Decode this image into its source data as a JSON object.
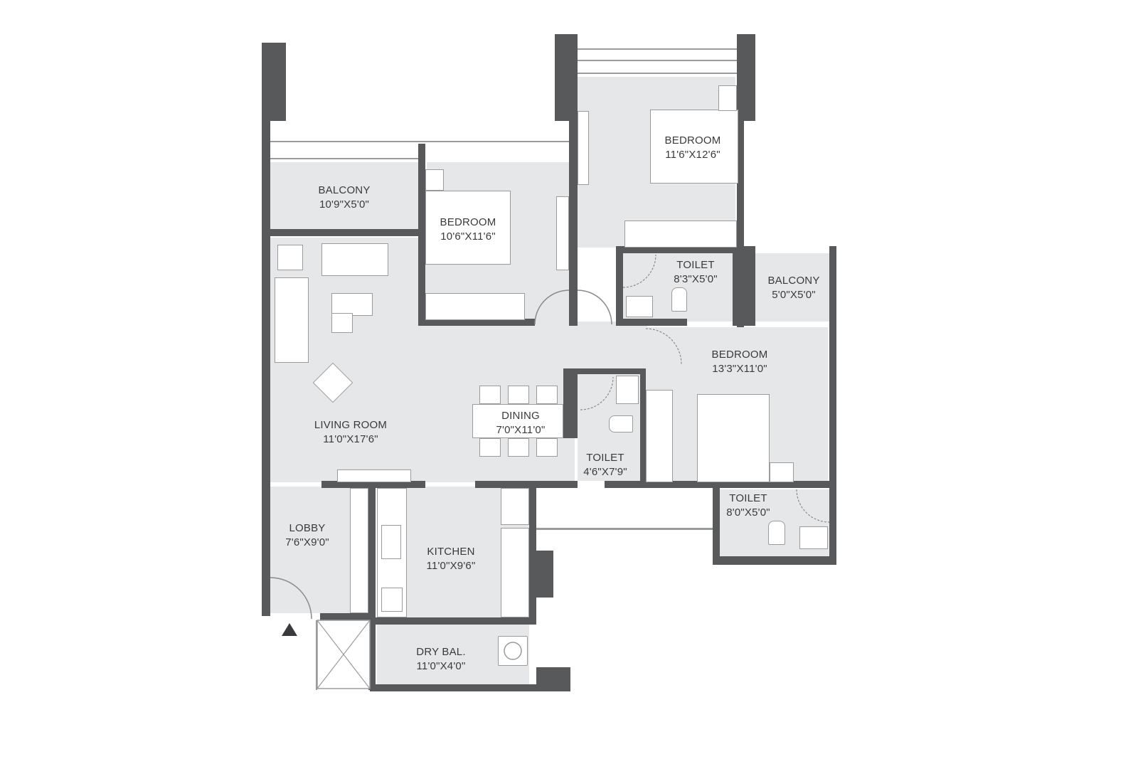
{
  "floor_plan": {
    "entrance_marker": "entrance-arrow",
    "rooms": [
      {
        "id": "balcony-1",
        "name": "BALCONY",
        "dimensions": "10'9\"X5'0\""
      },
      {
        "id": "bedroom-1",
        "name": "BEDROOM",
        "dimensions": "10'6\"X11'6\""
      },
      {
        "id": "bedroom-2",
        "name": "BEDROOM",
        "dimensions": "11'6\"X12'6\""
      },
      {
        "id": "toilet-1",
        "name": "TOILET",
        "dimensions": "8'3\"X5'0\""
      },
      {
        "id": "balcony-2",
        "name": "BALCONY",
        "dimensions": "5'0\"X5'0\""
      },
      {
        "id": "bedroom-3",
        "name": "BEDROOM",
        "dimensions": "13'3\"X11'0\""
      },
      {
        "id": "dining",
        "name": "DINING",
        "dimensions": "7'0\"X11'0\""
      },
      {
        "id": "living-room",
        "name": "LIVING ROOM",
        "dimensions": "11'0\"X17'6\""
      },
      {
        "id": "toilet-2",
        "name": "TOILET",
        "dimensions": "4'6\"X7'9\""
      },
      {
        "id": "toilet-3",
        "name": "TOILET",
        "dimensions": "8'0\"X5'0\""
      },
      {
        "id": "lobby",
        "name": "LOBBY",
        "dimensions": "7'6\"X9'0\""
      },
      {
        "id": "kitchen",
        "name": "KITCHEN",
        "dimensions": "11'0\"X9'6\""
      },
      {
        "id": "dry-balcony",
        "name": "DRY BAL.",
        "dimensions": "11'0\"X4'0\""
      }
    ],
    "colors": {
      "wall": "#58595b",
      "floor": "#e6e7e8",
      "furniture": "#ffffff",
      "outline": "#9a9b9d",
      "text": "#3a3a3c"
    }
  }
}
